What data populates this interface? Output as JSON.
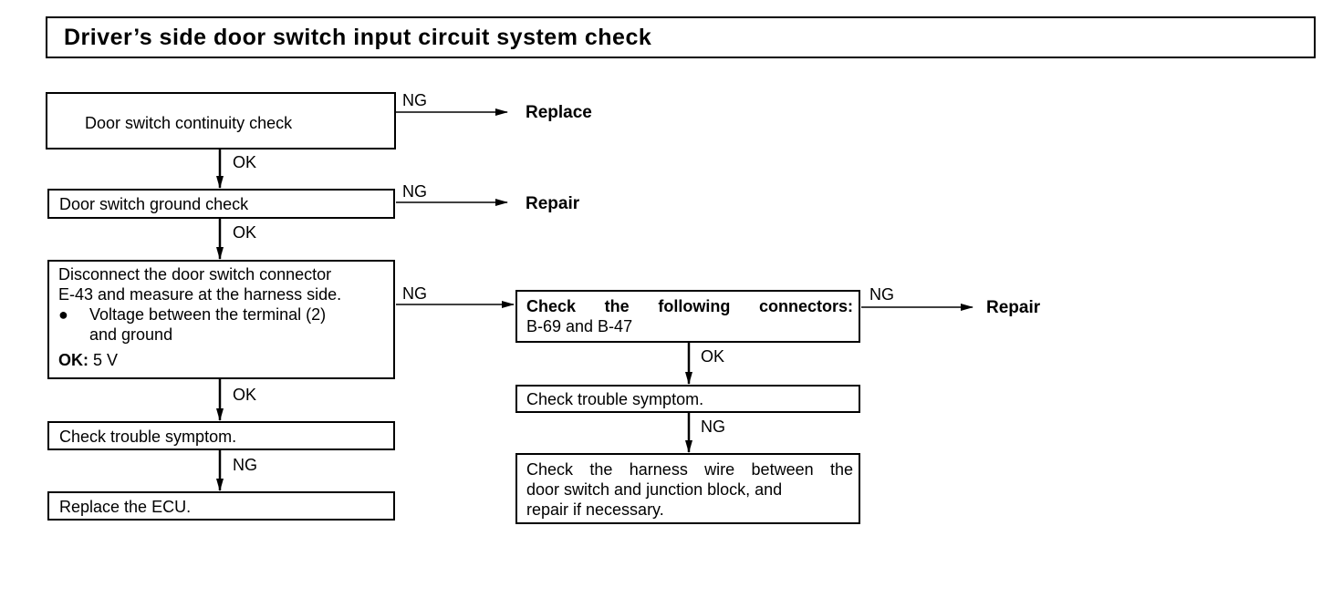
{
  "title": "Driver’s side door switch input circuit system check",
  "boxes": {
    "continuity": "Door switch continuity check",
    "ground": "Door switch ground check",
    "disconnect": {
      "line1": "Disconnect the door switch connector",
      "line2": "E-43 and measure at the harness side.",
      "bullet": "●",
      "bullet_line1": "Voltage between the terminal (2)",
      "bullet_line2": "and ground",
      "ok_label": "OK:",
      "ok_value": "5 V"
    },
    "symptom_left": "Check trouble symptom.",
    "replace_ecu": "Replace the ECU.",
    "connectors": {
      "line1": "Check the following connectors:",
      "line2": "B-69 and B-47"
    },
    "symptom_right": "Check trouble symptom.",
    "harness": {
      "line1": "Check the harness wire between the",
      "line2": "door switch and junction block, and",
      "line3": "repair if necessary."
    }
  },
  "labels": {
    "ng": "NG",
    "ok": "OK"
  },
  "results": {
    "replace": "Replace",
    "repair1": "Repair",
    "repair2": "Repair"
  }
}
